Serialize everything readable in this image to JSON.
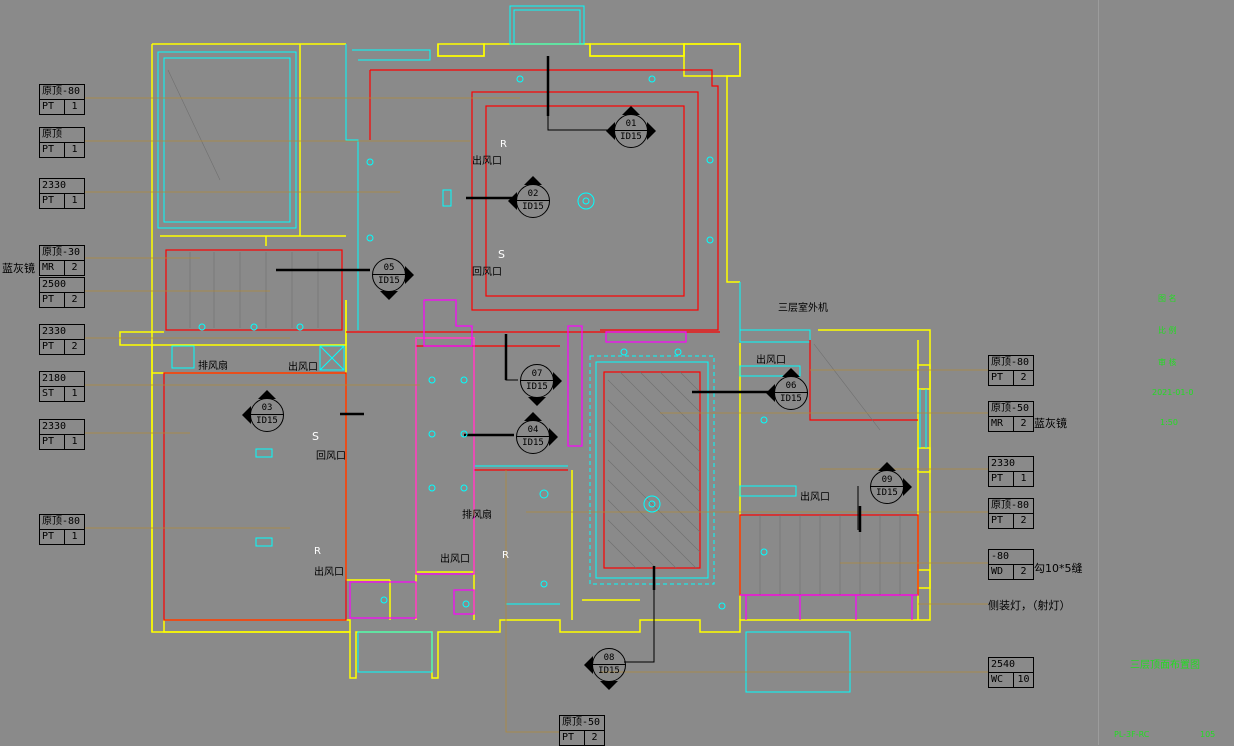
{
  "colors": {
    "background": "#8a8a8a",
    "wall": "#ffff00",
    "ceiling": "#ff0000",
    "cyan": "#00ffff",
    "magenta": "#ff00ff",
    "green": "#22dd22",
    "leader": "#b08a3a"
  },
  "left_tags": [
    {
      "top": "原顶-80",
      "mat": "PT",
      "num": "1"
    },
    {
      "top": "原顶",
      "mat": "PT",
      "num": "1"
    },
    {
      "top": "2330",
      "mat": "PT",
      "num": "1"
    },
    {
      "top": "原顶-30",
      "mat": "MR",
      "num": "2"
    },
    {
      "top": "2500",
      "mat": "PT",
      "num": "2"
    },
    {
      "top": "2330",
      "mat": "PT",
      "num": "2"
    },
    {
      "top": "2180",
      "mat": "ST",
      "num": "1"
    },
    {
      "top": "2330",
      "mat": "PT",
      "num": "1"
    },
    {
      "top": "原顶-80",
      "mat": "PT",
      "num": "1"
    }
  ],
  "right_tags": [
    {
      "top": "原顶-80",
      "mat": "PT",
      "num": "2"
    },
    {
      "top": "原顶-50",
      "mat": "MR",
      "num": "2"
    },
    {
      "top": "2330",
      "mat": "PT",
      "num": "1"
    },
    {
      "top": "原顶-80",
      "mat": "PT",
      "num": "2"
    },
    {
      "top": "-80",
      "mat": "WD",
      "num": "2"
    },
    {
      "top": "2540",
      "mat": "WC",
      "num": "10"
    }
  ],
  "bottom_tag": {
    "top": "原顶-50",
    "mat": "PT",
    "num": "2"
  },
  "section_markers": [
    {
      "num": "01",
      "sheet": "ID15"
    },
    {
      "num": "02",
      "sheet": "ID15"
    },
    {
      "num": "03",
      "sheet": "ID15"
    },
    {
      "num": "04",
      "sheet": "ID15"
    },
    {
      "num": "05",
      "sheet": "ID15"
    },
    {
      "num": "06",
      "sheet": "ID15"
    },
    {
      "num": "07",
      "sheet": "ID15"
    },
    {
      "num": "08",
      "sheet": "ID15"
    },
    {
      "num": "09",
      "sheet": "ID15"
    }
  ],
  "labels": {
    "blue_grey_mirror_left": "蓝灰镜",
    "blue_grey_mirror_right": "蓝灰镜",
    "supply_vent_1": "出风口",
    "return_vent_1": "回风口",
    "exhaust_fan_1": "排风扇",
    "supply_vent_2": "出风口",
    "return_vent_2": "回风口",
    "supply_vent_3": "出风口",
    "exhaust_fan_2": "排风扇",
    "supply_vent_4": "出风口",
    "supply_vent_5": "出风口",
    "supply_vent_6": "出风口",
    "outdoor_unit": "三层室外机",
    "groove_note": "勾10*5缝",
    "side_light_note": "侧装灯，（射灯）",
    "vent_r1": "R",
    "vent_s1": "S",
    "vent_s2": "S",
    "vent_r2": "R",
    "vent_r3": "R"
  },
  "title_block": {
    "drawing_title": "三层顶面布置图",
    "small_1": "图 名",
    "small_2": "比 例",
    "small_3": "审 核",
    "small_4": "2021-01-0",
    "small_5": "1:50",
    "footer_left": "PL-3F-RC",
    "footer_right": "105"
  }
}
